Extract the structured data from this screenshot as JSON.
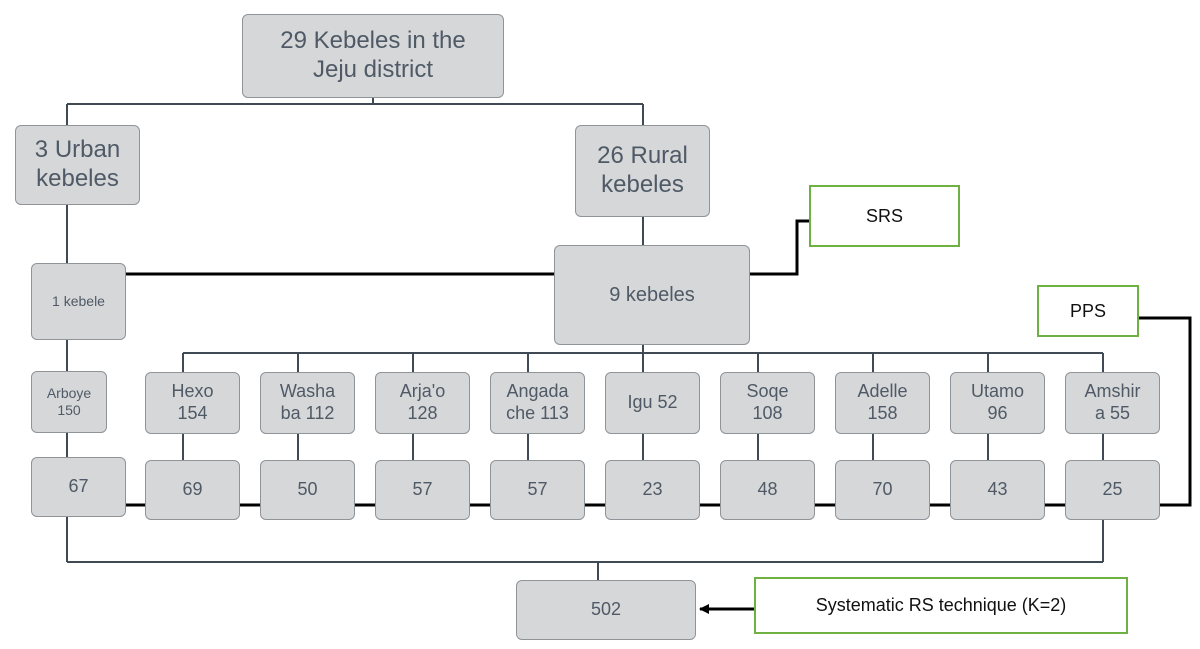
{
  "diagram": {
    "root": "29 Kebeles in the\nJeju district",
    "urban": "3 Urban\nkebeles",
    "rural": "26 Rural\nkebeles",
    "urban_selected": "1 kebele",
    "rural_selected": "9 kebeles",
    "urban_kebele": "Arboye\n150",
    "urban_sample": "67",
    "rural_kebeles": [
      {
        "name": "Hexo\n154",
        "sample": "69"
      },
      {
        "name": "Washa\nba 112",
        "sample": "50"
      },
      {
        "name": "Arja'o\n128",
        "sample": "57"
      },
      {
        "name": "Angada\nche 113",
        "sample": "57"
      },
      {
        "name": "Igu 52",
        "sample": "23"
      },
      {
        "name": "Soqe\n108",
        "sample": "48"
      },
      {
        "name": "Adelle\n158",
        "sample": "70"
      },
      {
        "name": "Utamo\n96",
        "sample": "43"
      },
      {
        "name": "Amshir\na 55",
        "sample": "25"
      }
    ],
    "total": "502",
    "labels": {
      "srs": "SRS",
      "pps": "PPS",
      "systematic": "Systematic RS technique (K=2)"
    },
    "colors": {
      "box_fill": "#d6d7d9",
      "box_border": "#8f9499",
      "box_text": "#4f5a66",
      "connector": "#3f4a54",
      "label_border": "#6fb042",
      "arrow": "#000000"
    }
  }
}
